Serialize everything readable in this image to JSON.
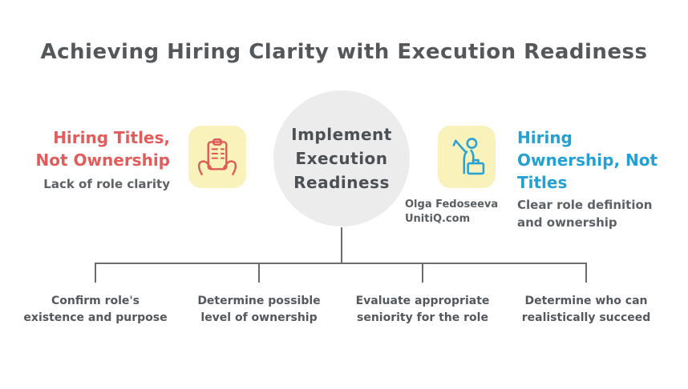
{
  "title": "Achieving Hiring Clarity with Execution Readiness",
  "center_node": {
    "label": "Implement\nExecution\nReadiness"
  },
  "left_panel": {
    "heading": "Hiring Titles,\nNot Ownership",
    "subheading": "Lack of role clarity",
    "icon": "hands-holding-document-icon"
  },
  "right_panel": {
    "heading": "Hiring\nOwnership, Not\nTitles",
    "subheading": "Clear role definition\nand ownership",
    "icon": "person-with-briefcase-icon"
  },
  "attribution": {
    "line1": "Olga Fedoseeva",
    "line2": "UnitiQ.com"
  },
  "branches": [
    {
      "label": "Confirm role's\nexistence and purpose"
    },
    {
      "label": "Determine possible\nlevel of ownership"
    },
    {
      "label": "Evaluate appropriate\nseniority for the role"
    },
    {
      "label": "Determine who can\nrealistically succeed"
    }
  ],
  "colors": {
    "accent_red": "#e25c5c",
    "accent_blue": "#24a0d3",
    "icon_bg_yellow": "#faf2bb",
    "circle_gray": "#ececec",
    "title_gray": "#55585b",
    "subtext_gray": "#5d6165",
    "connector_gray": "#6b6b6b"
  }
}
